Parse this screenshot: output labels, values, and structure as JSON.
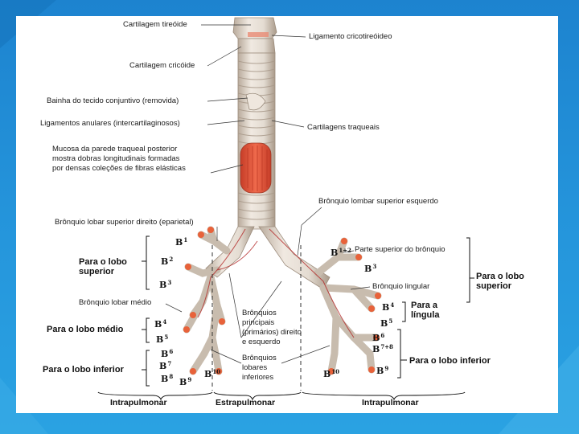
{
  "labels": {
    "cartilagem_tireoide": "Cartilagem tireóide",
    "ligamento_cricotireoideo": "Ligamento cricotireóideo",
    "cartilagem_cricoide": "Cartilagem cricóide",
    "bainha": "Bainha do tecido conjuntivo (removida)",
    "ligamentos_anulares": "Ligamentos anulares (intercartilaginosos)",
    "cartilagens_traqueais": "Cartilagens traqueais",
    "mucosa": "Mucosa da parede traqueal posterior\nmostra dobras longitudinais formadas\npor densas coleções de fibras elásticas",
    "bronquio_lobar_sup_esq": "Brônquio lombar superior esquerdo",
    "bronquio_lobar_sup_dir": "Brônquio lobar superior direito (eparietal)",
    "parte_superior": "Parte superior do brônquio",
    "bronquio_lingular": "Brônquio lingular",
    "bronquio_lobar_medio": "Brônquio lobar médio",
    "bronquios_principais": "Brônquios\nprincipais\n(primários) direito\ne esquerdo",
    "bronquios_lobares": "Brônquios\nlobares\ninferiores"
  },
  "groups": {
    "lobo_superior_dir": "Para o lobo\nsuperior",
    "lobo_medio": "Para o lobo médio",
    "lobo_inferior_dir": "Para o lobo inferior",
    "lobo_superior_esq": "Para o lobo\nsuperior",
    "lingula": "Para a\nlíngula",
    "lobo_inferior_esq": "Para o lobo inferior"
  },
  "segments": {
    "b1": {
      "letter": "B",
      "num": "1"
    },
    "b2": {
      "letter": "B",
      "num": "2"
    },
    "b3": {
      "letter": "B",
      "num": "3"
    },
    "b4r": {
      "letter": "B",
      "num": "4"
    },
    "b5r": {
      "letter": "B",
      "num": "5"
    },
    "b6r": {
      "letter": "B",
      "num": "6"
    },
    "b7r": {
      "letter": "B",
      "num": "7"
    },
    "b8r": {
      "letter": "B",
      "num": "8"
    },
    "b9r": {
      "letter": "B",
      "num": "9"
    },
    "b10r": {
      "letter": "B",
      "num": "10"
    },
    "b12l": {
      "letter": "B",
      "num": "1+2"
    },
    "b3l": {
      "letter": "B",
      "num": "3"
    },
    "b4l": {
      "letter": "B",
      "num": "4"
    },
    "b5l": {
      "letter": "B",
      "num": "5"
    },
    "b6l": {
      "letter": "B",
      "num": "6"
    },
    "b78l": {
      "letter": "B",
      "num": "7+8"
    },
    "b9l": {
      "letter": "B",
      "num": "9"
    },
    "b10l": {
      "letter": "B",
      "num": "10"
    }
  },
  "zones": {
    "intra_left": "Intrapulmonar",
    "extra": "Estrapulmonar",
    "intra_right": "Intrapulmonar"
  },
  "colors": {
    "background": "#1d83cf",
    "cartilage": "#e4dcd2",
    "cartilage_shadow": "#b9ab9c",
    "mucosa": "#e2553c",
    "vessel": "#b01e1e",
    "segment_tip": "#e8623a"
  }
}
